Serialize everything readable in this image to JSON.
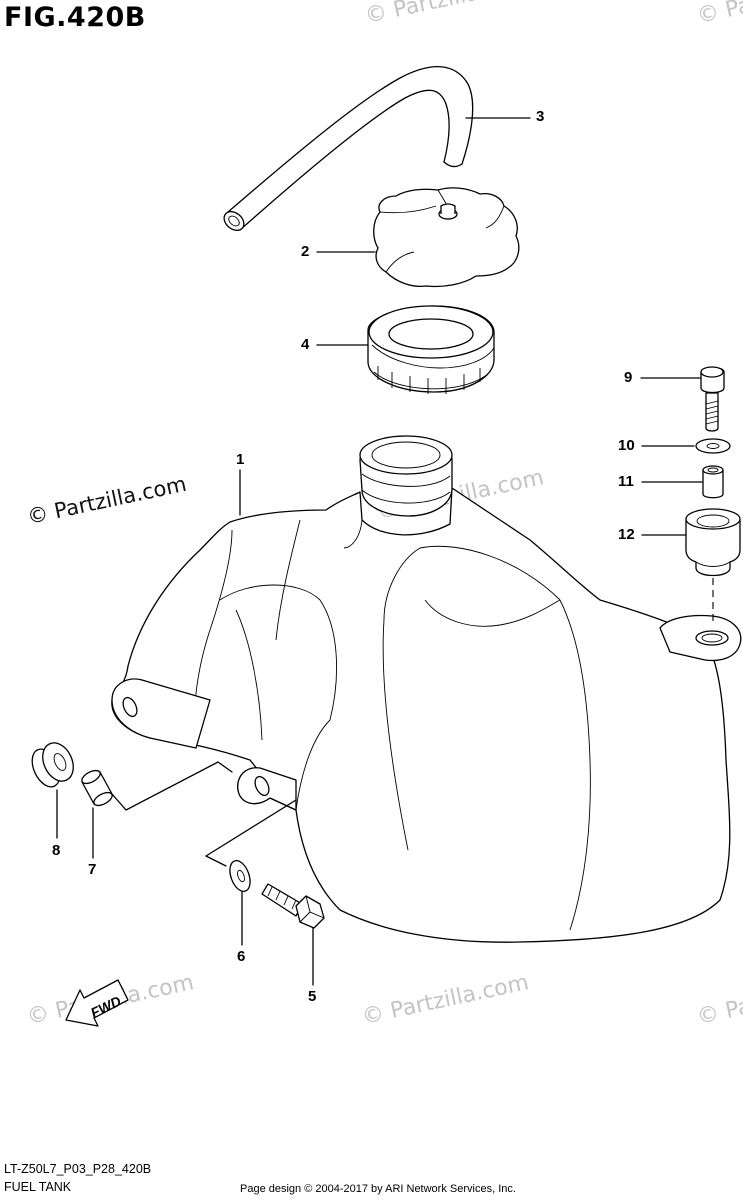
{
  "figure": {
    "title": "FIG.420B",
    "model_code": "LT-Z50L7_P03_P28_420B",
    "section_name": "FUEL TANK",
    "page_credit": "Page design © 2004-2017 by ARI Network Services, Inc."
  },
  "watermarks": {
    "main": "© Partzilla.com",
    "faint": "© Partzilla.com",
    "faint_short": "© Partzilla"
  },
  "parts": [
    {
      "ref": "1",
      "icon": "fuel-tank-icon"
    },
    {
      "ref": "2",
      "icon": "fuel-cap-icon"
    },
    {
      "ref": "3",
      "icon": "breather-hose-icon"
    },
    {
      "ref": "4",
      "icon": "cap-gasket-ring-icon"
    },
    {
      "ref": "5",
      "icon": "mounting-bolt-icon"
    },
    {
      "ref": "6",
      "icon": "washer-icon"
    },
    {
      "ref": "7",
      "icon": "collar-icon"
    },
    {
      "ref": "8",
      "icon": "grommet-icon"
    },
    {
      "ref": "9",
      "icon": "bolt-icon"
    },
    {
      "ref": "10",
      "icon": "washer-icon"
    },
    {
      "ref": "11",
      "icon": "collar-icon"
    },
    {
      "ref": "12",
      "icon": "rubber-cushion-icon"
    }
  ],
  "fwd_label": "FWD",
  "colors": {
    "line": "#000000",
    "watermark": "#c4c4c4",
    "background": "#ffffff"
  }
}
